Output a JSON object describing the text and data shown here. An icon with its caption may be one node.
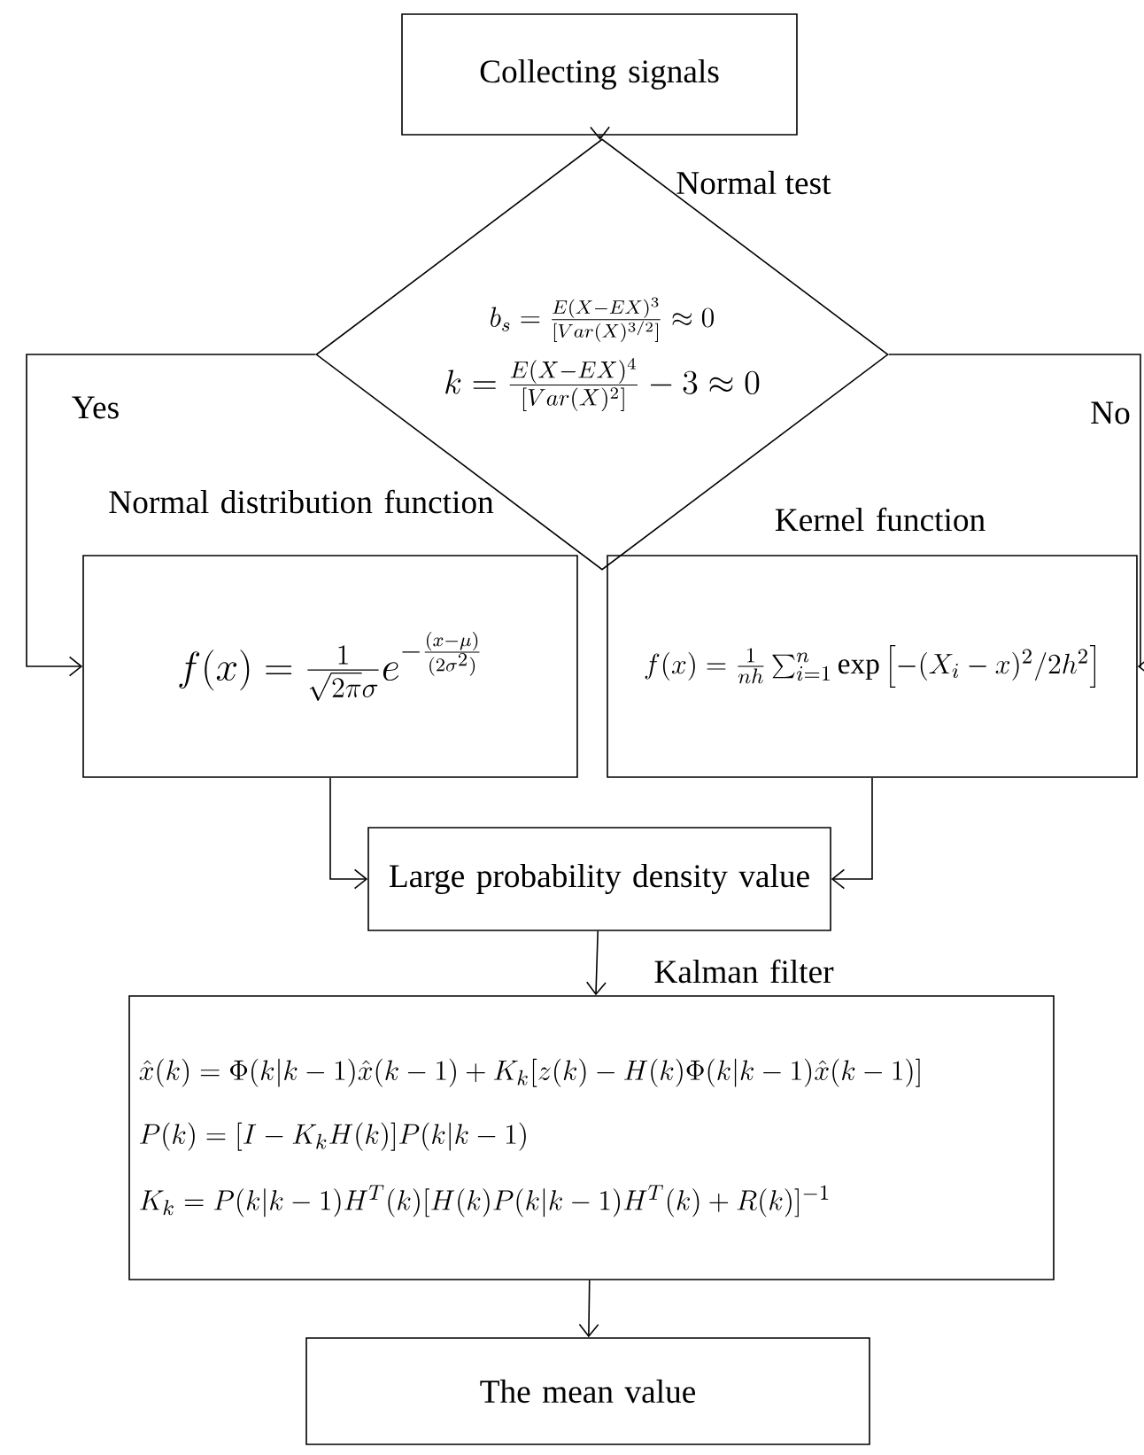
{
  "diagram": {
    "nodes": [
      {
        "text": [
          "Collecting signals"
        ]
      },
      {
        "text": [
          "b_s=\\frac{E(X-EX)^3}{[Var(X)^{3/2}]}\\approx 0",
          "k=\\frac{E(X-EX)^4}{[Var(X)^2]}-3\\approx 0"
        ],
        "beside": [
          "Normal test"
        ]
      },
      {
        "text": [
          "Normal distribution function",
          "f(x)=\\frac{1}{\\sqrt{2\\pi}\\sigma}e^{-\\frac{(x-\\mu)}{(2\\sigma^2)}}"
        ]
      },
      {
        "text": [
          "Kernel function",
          "f(x)=\\frac{1}{nh}\\sum_{i=1}^{n}\\exp\\left[-(X_i-x)^2/2h^2\\right]"
        ]
      },
      {
        "text": [
          "Large probability density value"
        ]
      },
      {
        "text": [
          "Kalman filter",
          "\\hat{x}(k)=\\Phi(k|k-1)\\hat{x}(k-1)+K_k[z(k)-H(k)\\Phi(k|k-1)\\hat{x}(k-1)]",
          "P(k)=[I-K_kH(k)]P(k|k-1)",
          "K_k=P(k|k-1)H^T(k)[H(k)P(k|k-1)H^T(k)+R(k)]^{-1}"
        ]
      },
      {
        "text": [
          "The mean value"
        ]
      }
    ],
    "edges": [
      {
        "from": 0,
        "to": 1,
        "arrow": "to"
      },
      {
        "from": 1,
        "to": 2,
        "arrow": "to",
        "label": "Yes"
      },
      {
        "from": 1,
        "to": 3,
        "arrow": "to",
        "label": "No"
      },
      {
        "from": 2,
        "to": 4,
        "arrow": "to"
      },
      {
        "from": 3,
        "to": 4,
        "arrow": "to"
      },
      {
        "from": 4,
        "to": 5,
        "arrow": "to"
      },
      {
        "from": 5,
        "to": 6,
        "arrow": "to"
      }
    ]
  }
}
